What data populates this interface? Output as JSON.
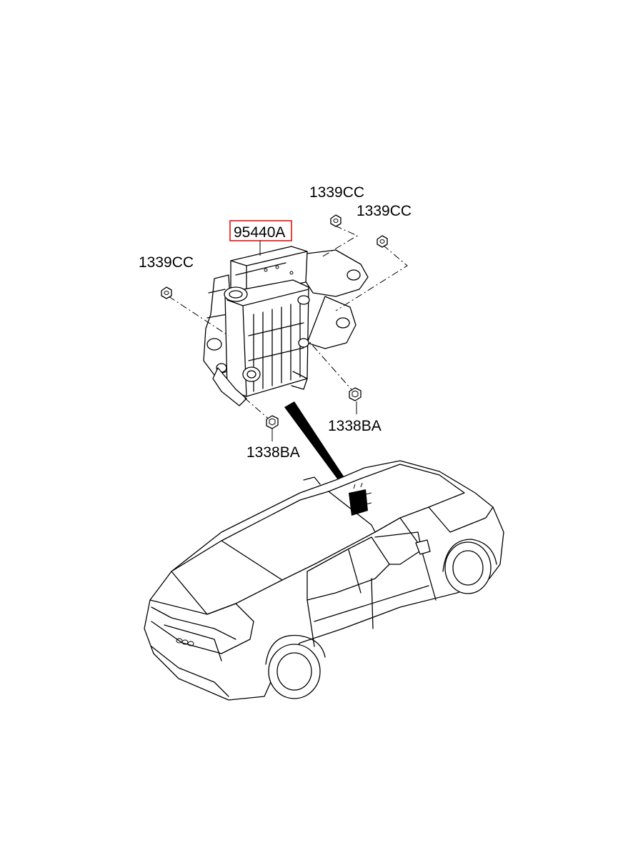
{
  "callouts": {
    "main_part": {
      "number": "95440A",
      "box_color": "#e60000"
    },
    "nut_top_center": "1339CC",
    "nut_top_right": "1339CC",
    "nut_left": "1339CC",
    "bolt_right": "1338BA",
    "bolt_bottom": "1338BA"
  },
  "icons": [
    "control-module",
    "mounting-bracket",
    "hex-nut",
    "bolt",
    "sedan-vehicle",
    "location-pointer"
  ]
}
